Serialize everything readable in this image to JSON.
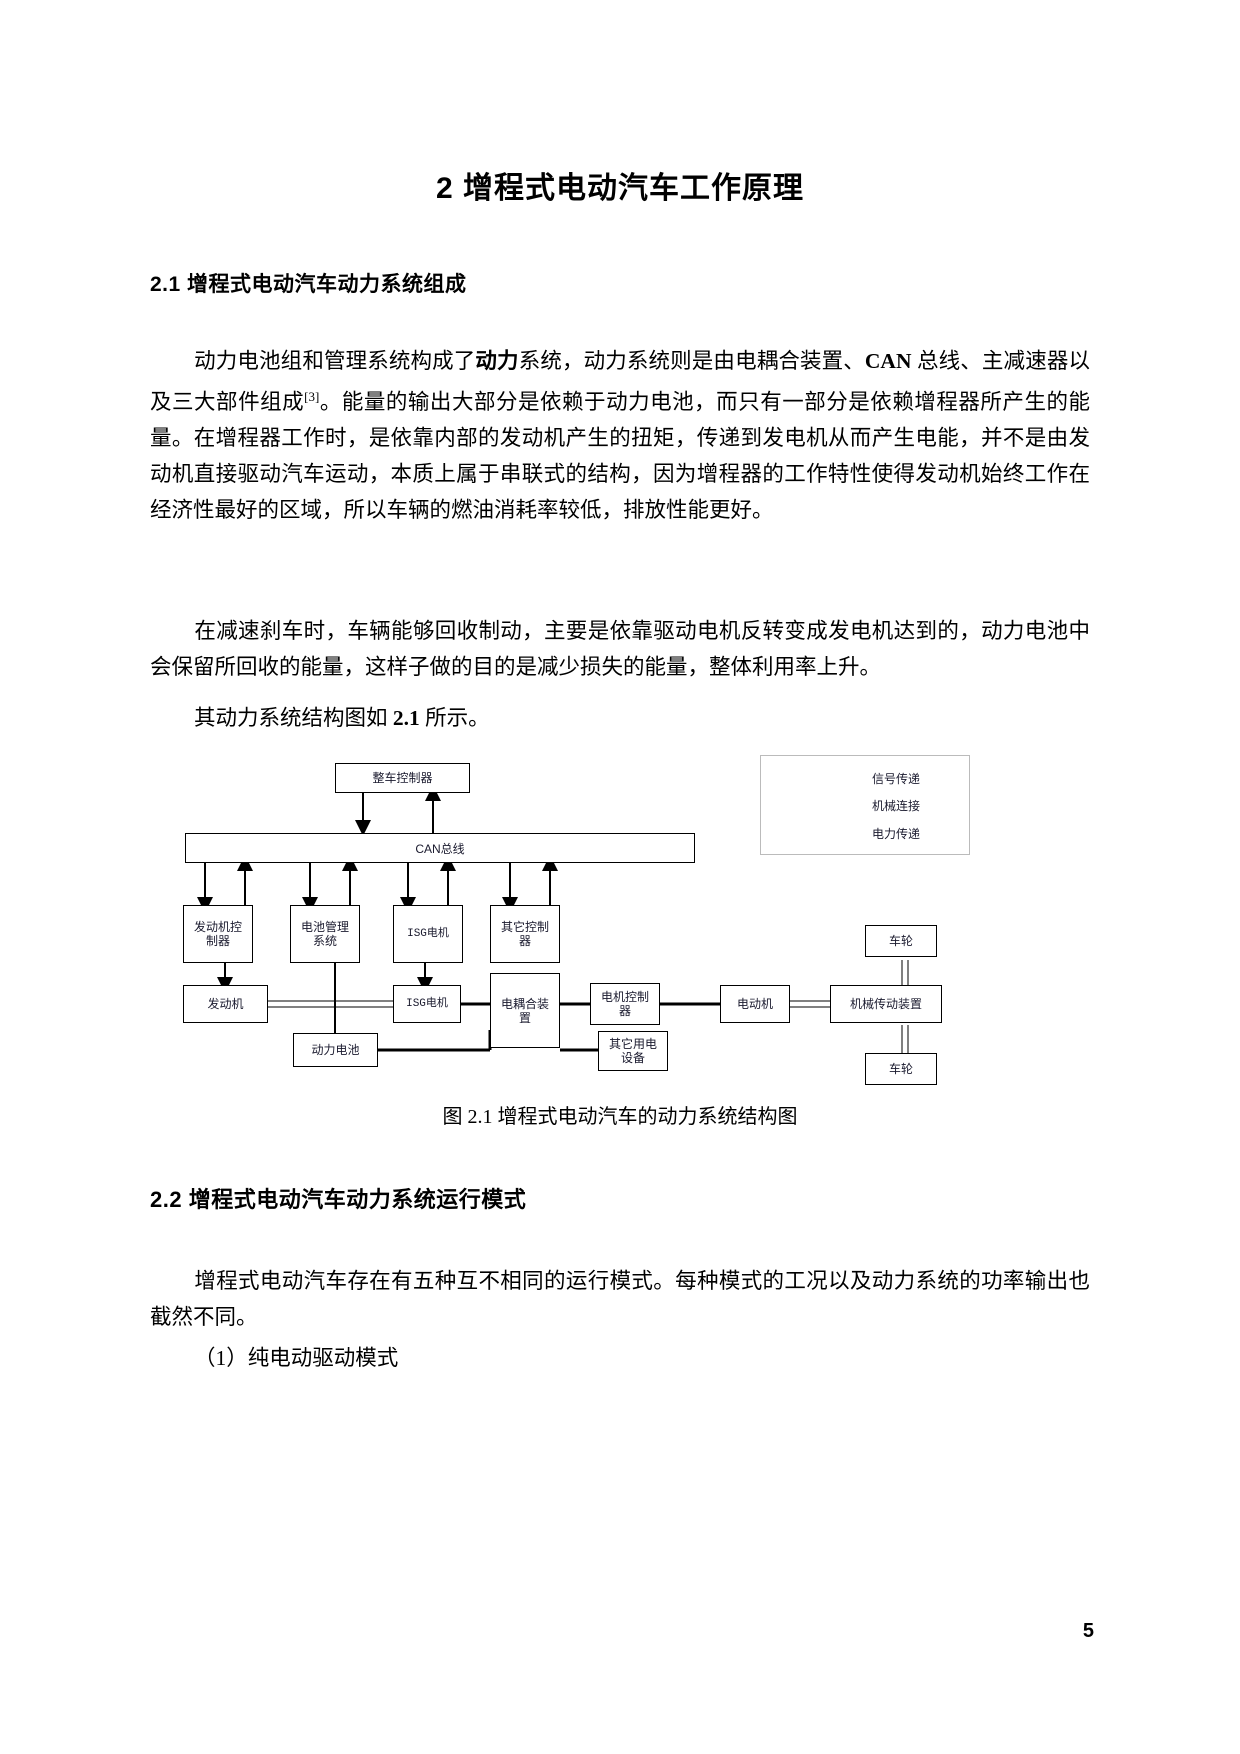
{
  "document": {
    "chapter_title": "2  增程式电动汽车工作原理",
    "page_number": "5"
  },
  "sections": [
    {
      "id": "2.1",
      "heading": "2.1 增程式电动汽车动力系统组成"
    },
    {
      "id": "2.2",
      "heading": "2.2  增程式电动汽车动力系统运行模式"
    }
  ],
  "paragraphs": {
    "p1_a": "动力电池组和管理系统构成了",
    "p1_bold": "动力",
    "p1_b": "系统，动力系统则是由电耦合装置、",
    "p1_can": "CAN",
    "p1_c": " 总线、主减速器以及三大部件组成",
    "p1_ref": "[3]",
    "p1_d": "。能量的输出大部分是依赖于动力电池，而只有一部分是依赖增程器所产生的能量。在增程器工作时，是依靠内部的发动机产生的扭矩，传递到发电机从而产生电能，并不是由发动机直接驱动汽车运动，本质上属于串联式的结构，因为增程器的工作特性使得发动机始终工作在经济性最好的区域，所以车辆的燃油消耗率较低，排放性能更好。",
    "p2": "在减速刹车时，车辆能够回收制动，主要是依靠驱动电机反转变成发电机达到的，动力电池中会保留所回收的能量，这样子做的目的是减少损失的能量，整体利用率上升。",
    "p3_a": "其动力系统结构图如 ",
    "p3_num": "2.1",
    "p3_b": " 所示。",
    "p4": "增程式电动汽车存在有五种互不相同的运行模式。每种模式的工况以及动力系统的功率输出也截然不同。",
    "p5": "（1）纯电动驱动模式"
  },
  "figure": {
    "caption": "图 2.1 增程式电动汽车的动力系统结构图",
    "nodes": {
      "vehicle_controller": "整车控制器",
      "can_bus": "CAN总线",
      "engine_controller": "发动机控\n制器",
      "battery_mgmt": "电池管理\n系统",
      "isg_motor_ctrl": "ISG电机",
      "other_controller": "其它控制\n器",
      "engine": "发动机",
      "isg_motor": "ISG电机",
      "coupler": "电耦合装\n置",
      "motor_controller": "电机控制\n器",
      "motor": "电动机",
      "transmission": "机械传动装置",
      "battery": "动力电池",
      "other_loads": "其它用电\n设备",
      "wheel_top": "车轮",
      "wheel_bottom": "车轮"
    },
    "legend": [
      {
        "key": "signal",
        "label": "信号传递",
        "style": "arrow"
      },
      {
        "key": "mechanical",
        "label": "机械连接",
        "style": "double-line"
      },
      {
        "key": "electric",
        "label": "电力传递",
        "style": "thick-line"
      }
    ]
  },
  "colors": {
    "text": "#000000",
    "diagram_text": "#1a1a2e",
    "line": "#000000",
    "legend_border": "#bbbbbb"
  }
}
